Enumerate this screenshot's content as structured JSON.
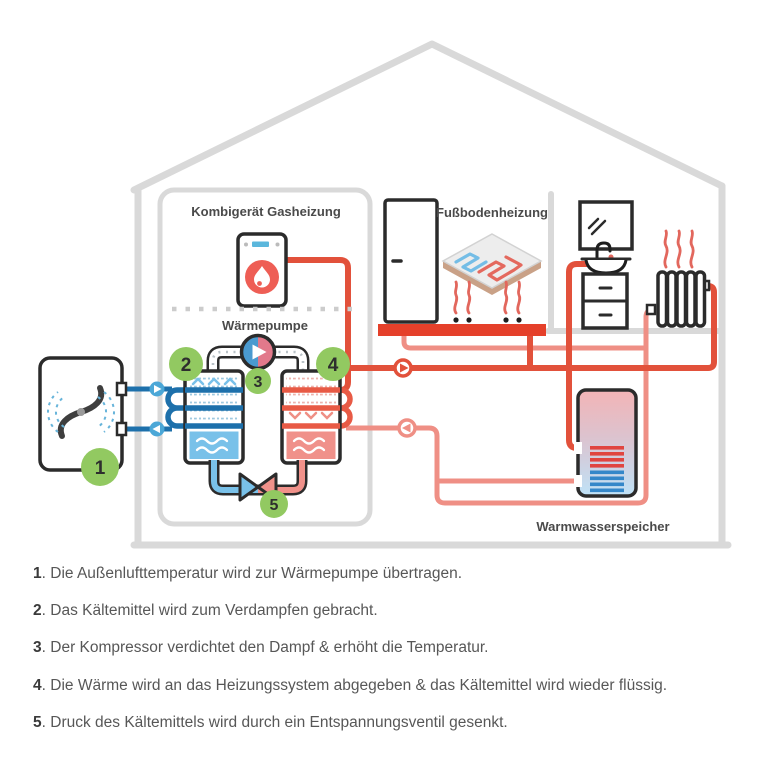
{
  "diagram": {
    "labels": {
      "gas_boiler": "Kombigerät Gasheizung",
      "heat_pump": "Wärmepumpe",
      "floor_heating": "Fußbodenheizung",
      "water_tank": "Warmwasserspeicher"
    },
    "markers": [
      "1",
      "2",
      "3",
      "4",
      "5"
    ]
  },
  "steps": [
    {
      "num": "1",
      "text": "Die Außenlufttemperatur wird zur Wärmepumpe übertragen."
    },
    {
      "num": "2",
      "text": "Das Kältemittel wird zum Verdampfen gebracht."
    },
    {
      "num": "3",
      "text": "Der Kompressor verdichtet den Dampf & erhöht die Temperatur."
    },
    {
      "num": "4",
      "text": "Die Wärme wird an das Heizungssystem abgegeben & das Kältemittel wird wieder flüssig."
    },
    {
      "num": "5",
      "text": "Druck des Kältemittels wird durch ein Entspannungsventil gesenkt."
    }
  ],
  "icons": {
    "fan-icon": "outdoor unit fan with air swirl arcs",
    "flame-icon": "white flame in red circle on gas boiler",
    "compressor-icon": "blue/pink circle with play triangle",
    "expansion-valve-icon": "blue/pink bow-tie valve",
    "supply-arrow-icon": "red circle, triangle pointing right",
    "return-arrow-icon": "salmon circle, triangle pointing left",
    "air-in-arrow-icon": "blue circle, triangle pointing right",
    "air-out-arrow-icon": "blue circle, triangle pointing left",
    "door-icon": "door with handle",
    "mirror-icon": "mirror with shine lines",
    "sink-icon": "wash basin with faucet",
    "vanity-icon": "two-drawer cabinet",
    "radiator-icon": "five-fin radiator with heat waves",
    "floor-panel-icon": "isometric floor slab with blue/red heating loops",
    "water-tank-icon": "storage tank with red/blue heat-exchanger stripes"
  },
  "colors": {
    "supply_red": "#e2513b",
    "floor_bar_red": "#e5402a",
    "return_salmon": "#ef8f85",
    "pipe_blue_dark": "#1d70ab",
    "arrow_blue_light": "#4ba7d7",
    "liquid_blue": "#79c1e9",
    "liquid_pink": "#f0918a",
    "coil_salmon": "#e85a45",
    "marker_green": "#92c961",
    "house_gray": "#d9d9d9",
    "outline_dark": "#2b2b2b",
    "label_gray": "#4a4a4a",
    "flame_red": "#ee5e55",
    "display_blue": "#5bb7dc",
    "heat_wave_red": "#e2675d",
    "tank_top_pink": "#f3b4b6",
    "tank_bottom_blue": "#bfe2f7"
  }
}
